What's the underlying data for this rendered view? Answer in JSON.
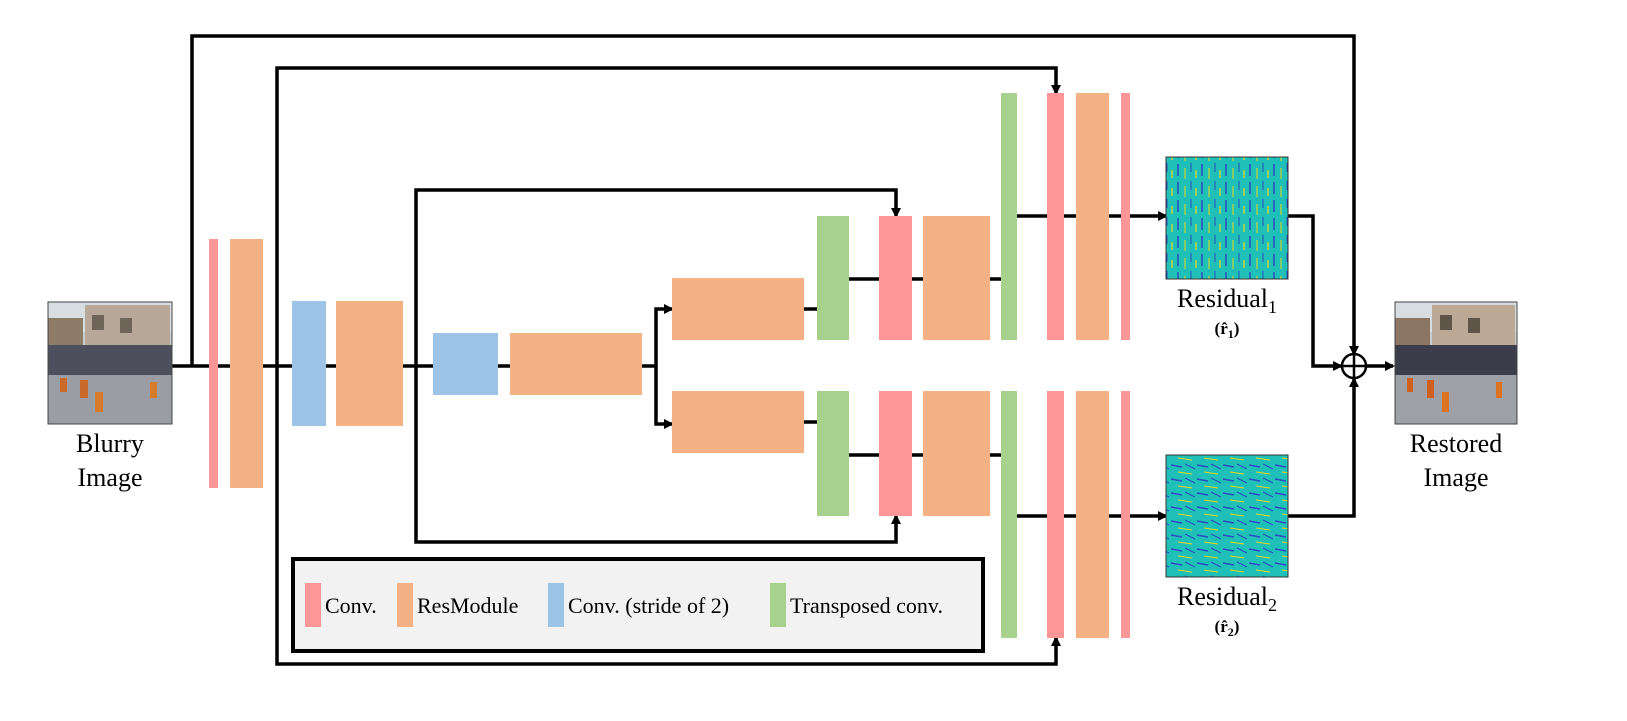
{
  "colors": {
    "conv": "#fd9696",
    "resmodule": "#f4b183",
    "conv_stride2": "#9dc3e6",
    "transposed_conv": "#a9d18e",
    "residual_bg": "#20c0b8",
    "photo_sky": "#c9cdd2",
    "legend_bg": "#f2f2f2"
  },
  "labels": {
    "input_line1": "Blurry",
    "input_line2": "Image",
    "output_line1": "Restored",
    "output_line2": "Image",
    "residual1_name": "Residual",
    "residual1_sub": "1",
    "residual1_sym": "(r̂",
    "residual1_sym_sub": "1",
    "residual1_close": ")",
    "residual2_name": "Residual",
    "residual2_sub": "2",
    "residual2_sym": "(r̂",
    "residual2_sym_sub": "2",
    "residual2_close": ")",
    "sum_symbol": "⊕"
  },
  "legend": [
    {
      "key": "conv",
      "label": "Conv."
    },
    {
      "key": "resmodule",
      "label": "ResModule"
    },
    {
      "key": "conv_stride2",
      "label": "Conv. (stride of 2)"
    },
    {
      "key": "transposed_conv",
      "label": "Transposed conv."
    }
  ]
}
